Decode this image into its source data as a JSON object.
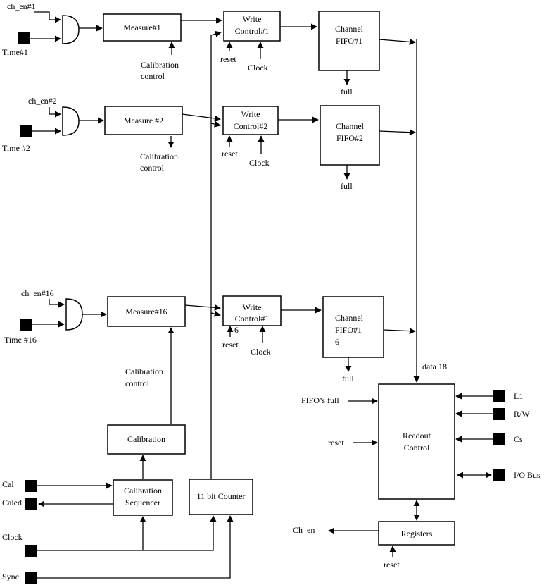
{
  "blocks": {
    "measure1": "Measure#1",
    "measure2": "Measure #2",
    "measure16": "Measure#16",
    "write1_l1": "Write",
    "write1_l2": "Control#1",
    "write2_l1": "Write",
    "write2_l2": "Control#2",
    "write16_l1": "Write",
    "write16_l2": "Control#1",
    "write16_l3": "6",
    "fifo1_l1": "Channel",
    "fifo1_l2": "FIFO#1",
    "fifo2_l1": "Channel",
    "fifo2_l2": "FIFO#2",
    "fifo16_l1": "Channel",
    "fifo16_l2": "FIFO#1",
    "fifo16_l3": "6",
    "calibration": "Calibration",
    "calseq_l1": "Calibration",
    "calseq_l2": "Sequencer",
    "counter": "11 bit Counter",
    "readout_l1": "Readout",
    "readout_l2": "Control",
    "registers": "Registers"
  },
  "labels": {
    "ch_en1": "ch_en#1",
    "time1": "Time#1",
    "ch_en2": "ch_en#2",
    "time2": "Time #2",
    "ch_en16": "ch_en#16",
    "time16": "Time #16",
    "calctl1_l1": "Calibration",
    "calctl1_l2": "control",
    "calctl2_l1": "Calibration",
    "calctl2_l2": "control",
    "calctl16_l1": "Calibration",
    "calctl16_l2": "control",
    "reset_w1": "reset",
    "clock_w1": "Clock",
    "reset_w2": "reset",
    "clock_w2": "Clock",
    "reset_w16": "reset",
    "clock_w16": "Clock",
    "full1": "full",
    "full2": "full",
    "full16": "full",
    "data18": "data 18",
    "fifos_full": "FIFO’s full",
    "reset_ro": "reset",
    "l1": "L1",
    "rw": "R/W",
    "cs": "Cs",
    "iobus": "I/O Bus",
    "cal": "Cal",
    "caled": "Caled",
    "clock": "Clock",
    "sync": "Sync",
    "ch_en_out": "Ch_en",
    "reset_reg": "reset"
  }
}
